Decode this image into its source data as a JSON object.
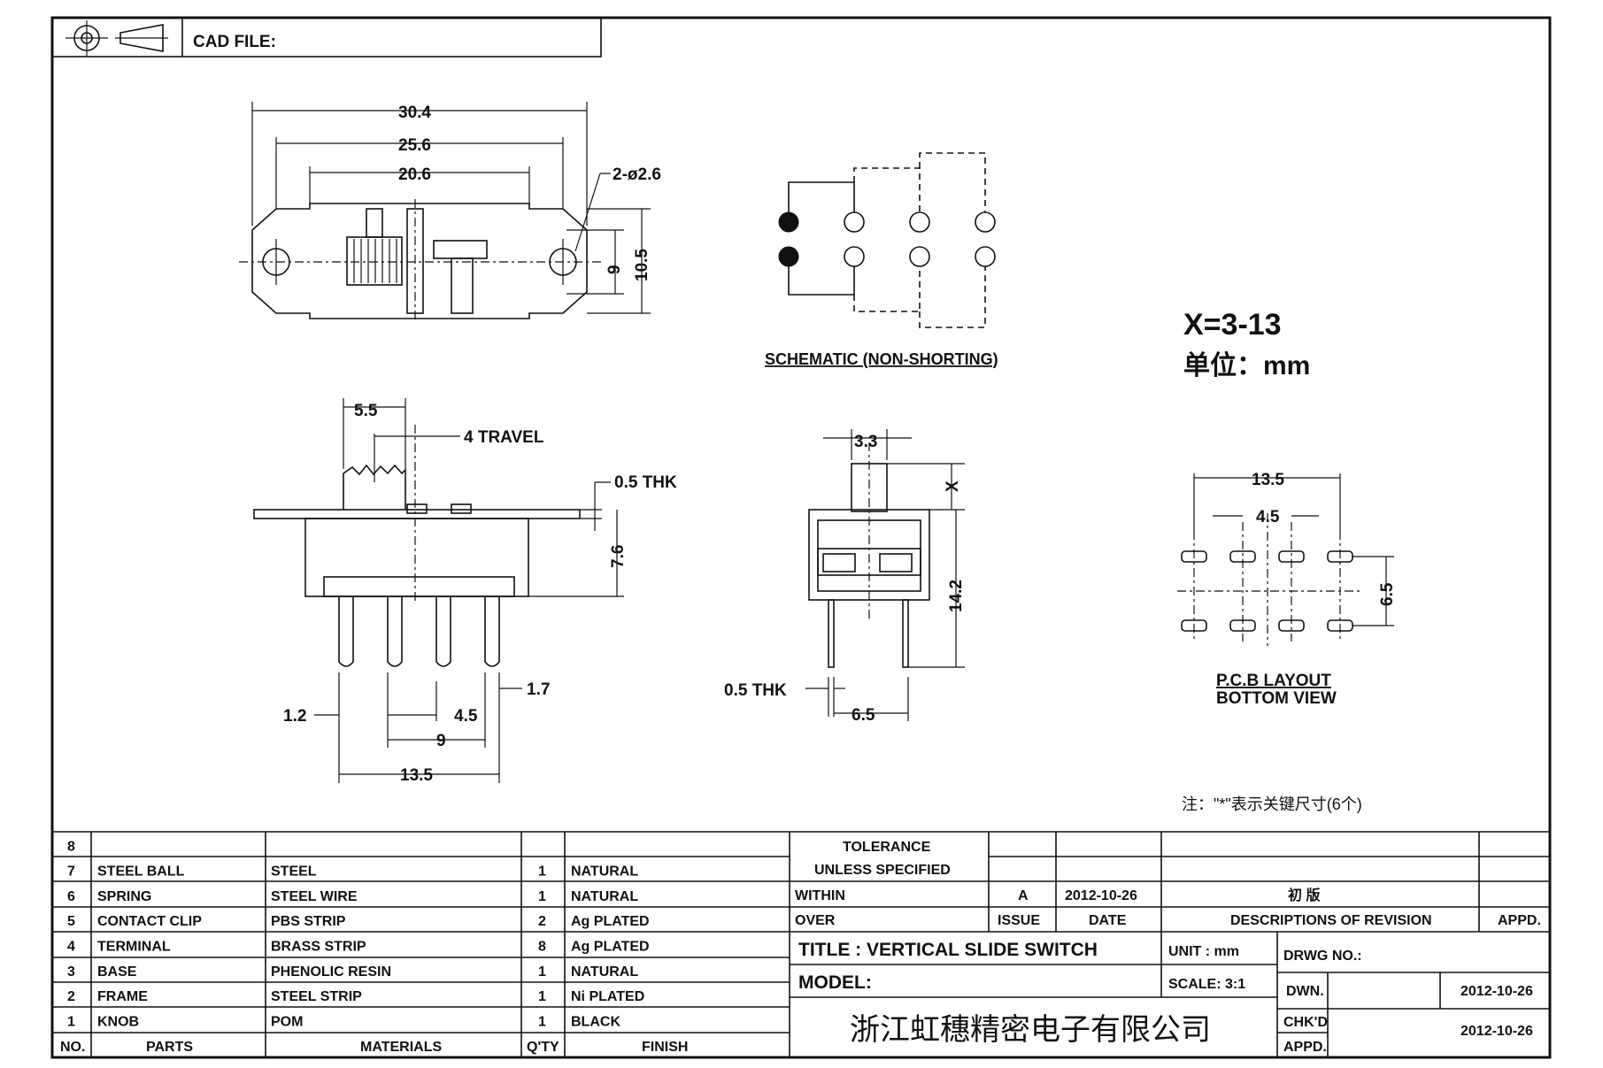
{
  "header": {
    "cad_label": "CAD FILE:",
    "projection_icon": "third-angle-projection-icon"
  },
  "top_view": {
    "dims": [
      "30.4",
      "25.6",
      "20.6",
      "2-ø2.6",
      "9",
      "10.5"
    ]
  },
  "schematic": {
    "caption": "SCHEMATIC (NON-SHORTING)"
  },
  "spec_note": {
    "x_range": "X=3-13",
    "unit": "单位：mm"
  },
  "front_view": {
    "dims": [
      "5.5",
      "4 TRAVEL",
      "0.5 THK",
      "7.6",
      "1.2",
      "4.5",
      "1.7",
      "9",
      "13.5"
    ]
  },
  "side_view": {
    "dims": [
      "3.3",
      "X",
      "14.2",
      "0.5 THK",
      "6.5"
    ]
  },
  "pcb_layout": {
    "dims": [
      "13.5",
      "4.5",
      "6.5"
    ],
    "caption_line1": "P.C.B LAYOUT",
    "caption_line2": "BOTTOM VIEW"
  },
  "key_note": "注：\"*\"表示关键尺寸(6个)",
  "parts_table": {
    "headers": {
      "no": "NO.",
      "parts": "PARTS",
      "materials": "MATERIALS",
      "qty": "Q'TY",
      "finish": "FINISH"
    },
    "rows": [
      {
        "no": "8",
        "part": "",
        "material": "",
        "qty": "",
        "finish": ""
      },
      {
        "no": "7",
        "part": "STEEL BALL",
        "material": "STEEL",
        "qty": "1",
        "finish": "NATURAL"
      },
      {
        "no": "6",
        "part": "SPRING",
        "material": "STEEL WIRE",
        "qty": "1",
        "finish": "NATURAL"
      },
      {
        "no": "5",
        "part": "CONTACT CLIP",
        "material": "PBS STRIP",
        "qty": "2",
        "finish": "Ag PLATED"
      },
      {
        "no": "4",
        "part": "TERMINAL",
        "material": "BRASS STRIP",
        "qty": "8",
        "finish": "Ag PLATED"
      },
      {
        "no": "3",
        "part": "BASE",
        "material": "PHENOLIC RESIN",
        "qty": "1",
        "finish": "NATURAL"
      },
      {
        "no": "2",
        "part": "FRAME",
        "material": "STEEL STRIP",
        "qty": "1",
        "finish": "Ni PLATED"
      },
      {
        "no": "1",
        "part": "KNOB",
        "material": "POM",
        "qty": "1",
        "finish": "BLACK"
      }
    ]
  },
  "title_block": {
    "tolerance_1": "TOLERANCE",
    "tolerance_2": "UNLESS  SPECIFIED",
    "within": "WITHIN",
    "over": "OVER",
    "revision": {
      "issue": "A",
      "date": "2012-10-26",
      "description": "初  版"
    },
    "issue_label": "ISSUE",
    "date_label": "DATE",
    "descriptions_label": "DESCRIPTIONS OF REVISION",
    "appd_label": "APPD.",
    "title": "TITLE :  VERTICAL SLIDE SWITCH",
    "unit": "UNIT :  mm",
    "drwg_no": "DRWG NO.:",
    "model": "MODEL:",
    "scale": "SCALE:  3:1",
    "dwn_label": "DWN.",
    "dwn_date": "2012-10-26",
    "chkd_label": "CHK'D",
    "appd_label2": "APPD.",
    "chk_appd_date": "2012-10-26",
    "company": "浙江虹穗精密电子有限公司"
  }
}
